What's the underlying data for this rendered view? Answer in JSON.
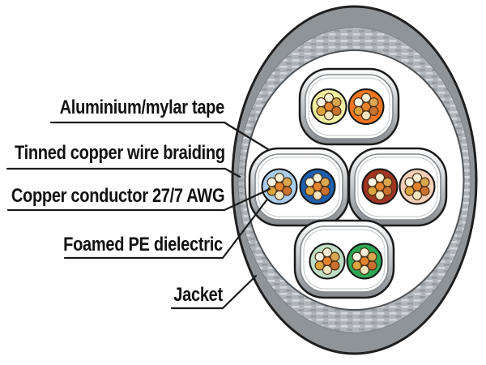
{
  "figure": {
    "kind": "shielded-multipair-cable-cross-section",
    "background": "#ffffff",
    "line_color": "#1b1b1b"
  },
  "labels": [
    {
      "id": "aluminium-mylar-tape",
      "text": "Aluminium/mylar tape",
      "points_to": "pair-shield-tape"
    },
    {
      "id": "tinned-copper-wire-braiding",
      "text": "Tinned copper wire braiding",
      "points_to": "braid-ring"
    },
    {
      "id": "copper-conductor",
      "text": "Copper conductor 27/7 AWG",
      "points_to": "conductor-strands"
    },
    {
      "id": "foamed-pe-dielectric",
      "text": "Foamed PE dielectric",
      "points_to": "conductor-insulation"
    },
    {
      "id": "jacket",
      "text": "Jacket",
      "points_to": "outer-jacket-ring"
    }
  ],
  "cable": {
    "jacket_color": "#8F9499",
    "braid_color": "#AFB4B9",
    "braid_dash_light": "#D3D7DB",
    "braid_dash_dark": "#81878D",
    "outline_color": "#1F1F1F",
    "interior_color": "#FFFFFF",
    "shield_gradient": [
      "#FFFFFF",
      "#C9CCCE",
      "#84888C"
    ],
    "pairs": [
      {
        "name": "pair-yellow-orange",
        "position": "top",
        "conductors": [
          {
            "name": "yellow",
            "color": "#F0EFA0"
          },
          {
            "name": "orange",
            "color": "#F1761F"
          }
        ]
      },
      {
        "name": "pair-blue",
        "position": "middle-left",
        "conductors": [
          {
            "name": "light-blue",
            "color": "#A9CDEC"
          },
          {
            "name": "blue",
            "color": "#1C5FAC"
          }
        ]
      },
      {
        "name": "pair-brown-pink",
        "position": "middle-right",
        "conductors": [
          {
            "name": "brown",
            "color": "#A03522"
          },
          {
            "name": "pink",
            "color": "#F4CFB7"
          }
        ]
      },
      {
        "name": "pair-green",
        "position": "bottom",
        "conductors": [
          {
            "name": "light-green",
            "color": "#BFE0C6"
          },
          {
            "name": "green",
            "color": "#2EA755"
          }
        ]
      }
    ],
    "strand_colors": [
      "#E5832D",
      "#F7EFD8",
      "#D9A750",
      "#C9712E",
      "#F2E4BD",
      "#DCA43F",
      "#FBF5E6"
    ],
    "strand_outline": "#4A3017"
  }
}
